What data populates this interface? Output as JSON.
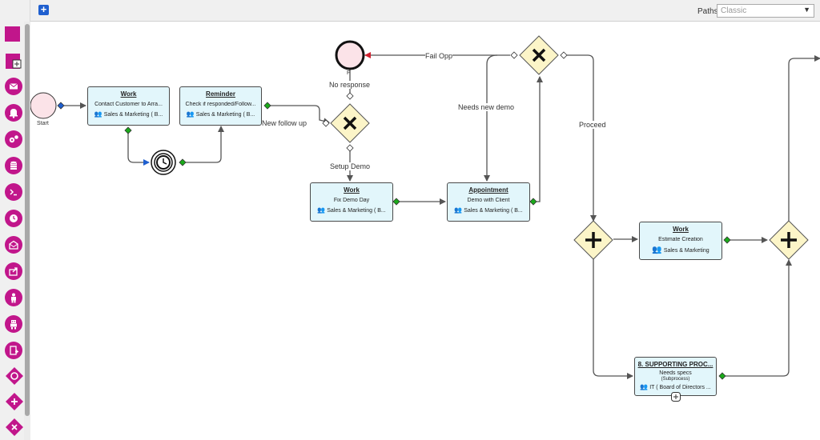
{
  "toolbar": {
    "add_icon": "plus-square-icon",
    "paths_label": "Paths",
    "paths_value": "Classic"
  },
  "palette": [
    {
      "name": "task-tool",
      "icon": "square-icon"
    },
    {
      "name": "subprocess-tool",
      "icon": "subprocess-icon"
    },
    {
      "name": "email-tool",
      "icon": "envelope-icon"
    },
    {
      "name": "notification-tool",
      "icon": "bell-icon"
    },
    {
      "name": "integration-tool",
      "icon": "gears-icon"
    },
    {
      "name": "database-tool",
      "icon": "database-icon"
    },
    {
      "name": "script-tool",
      "icon": "terminal-icon"
    },
    {
      "name": "timer-tool",
      "icon": "clock-icon"
    },
    {
      "name": "receive-message-tool",
      "icon": "mail-open-icon"
    },
    {
      "name": "send-message-tool",
      "icon": "share-icon"
    },
    {
      "name": "user-tool",
      "icon": "user-icon"
    },
    {
      "name": "robot-tool",
      "icon": "robot-icon"
    },
    {
      "name": "form-tool",
      "icon": "form-plus-icon"
    },
    {
      "name": "inclusive-gateway-tool",
      "icon": "diamond-circle-icon"
    },
    {
      "name": "parallel-gateway-tool",
      "icon": "diamond-plus-icon"
    },
    {
      "name": "exclusive-gateway-tool",
      "icon": "diamond-x-icon"
    }
  ],
  "diagram": {
    "start_label": "Start",
    "end_label": "F",
    "tasks": {
      "work1": {
        "title": "Work",
        "desc": "Contact Customer to Arra...",
        "group": "Sales & Marketing ( B..."
      },
      "reminder": {
        "title": "Reminder",
        "desc": "Check if responded/Follow...",
        "group": "Sales & Marketing ( B..."
      },
      "work2": {
        "title": "Work",
        "desc": "Fix Demo Day",
        "group": "Sales & Marketing ( B..."
      },
      "appointment": {
        "title": "Appointment",
        "desc": "Demo with Client",
        "group": "Sales & Marketing ( B..."
      },
      "work3": {
        "title": "Work",
        "desc": "Estimate Creation",
        "group": "Sales & Marketing"
      },
      "subprocess": {
        "title": "8. SUPPORTING PROC...",
        "desc": "Needs specs",
        "sub": "(Subprocess)",
        "group": "IT ( Board of Directors ..."
      }
    },
    "flow_labels": {
      "no_response": "No response",
      "new_follow_up": "New follow up",
      "setup_demo": "Setup Demo",
      "fail_opp": "Fail Opp",
      "needs_new_demo": "Needs new demo",
      "proceed": "Proceed"
    },
    "colors": {
      "task_fill": "#e2f6fb",
      "gateway_fill": "#fcf5c8",
      "event_fill": "#fbe3e8",
      "connector_green": "#1aaa1a",
      "connector_blue": "#1f5fcf",
      "accent_magenta": "#c1168b",
      "end_marker_red": "#d0202f"
    }
  }
}
